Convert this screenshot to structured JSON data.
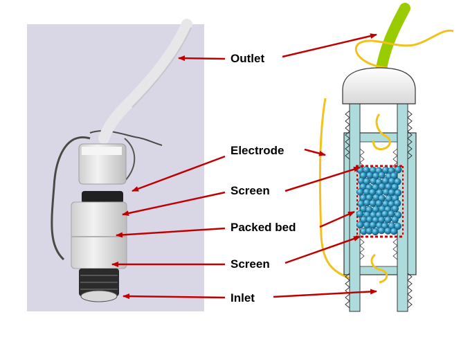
{
  "title": "Packed bed electrode cell: photo and cross-section schematic",
  "labels": {
    "outlet": "Outlet",
    "electrode": "Electrode",
    "screen_top": "Screen",
    "packed_bed": "Packed bed",
    "screen_bottom": "Screen",
    "inlet": "Inlet"
  },
  "colors": {
    "arrow": "#c00000",
    "tube": "#99cc00",
    "wire": "#f2c21a",
    "body": "#aedcdc",
    "beads": "#2a95bf",
    "screen": "#cc0000"
  }
}
